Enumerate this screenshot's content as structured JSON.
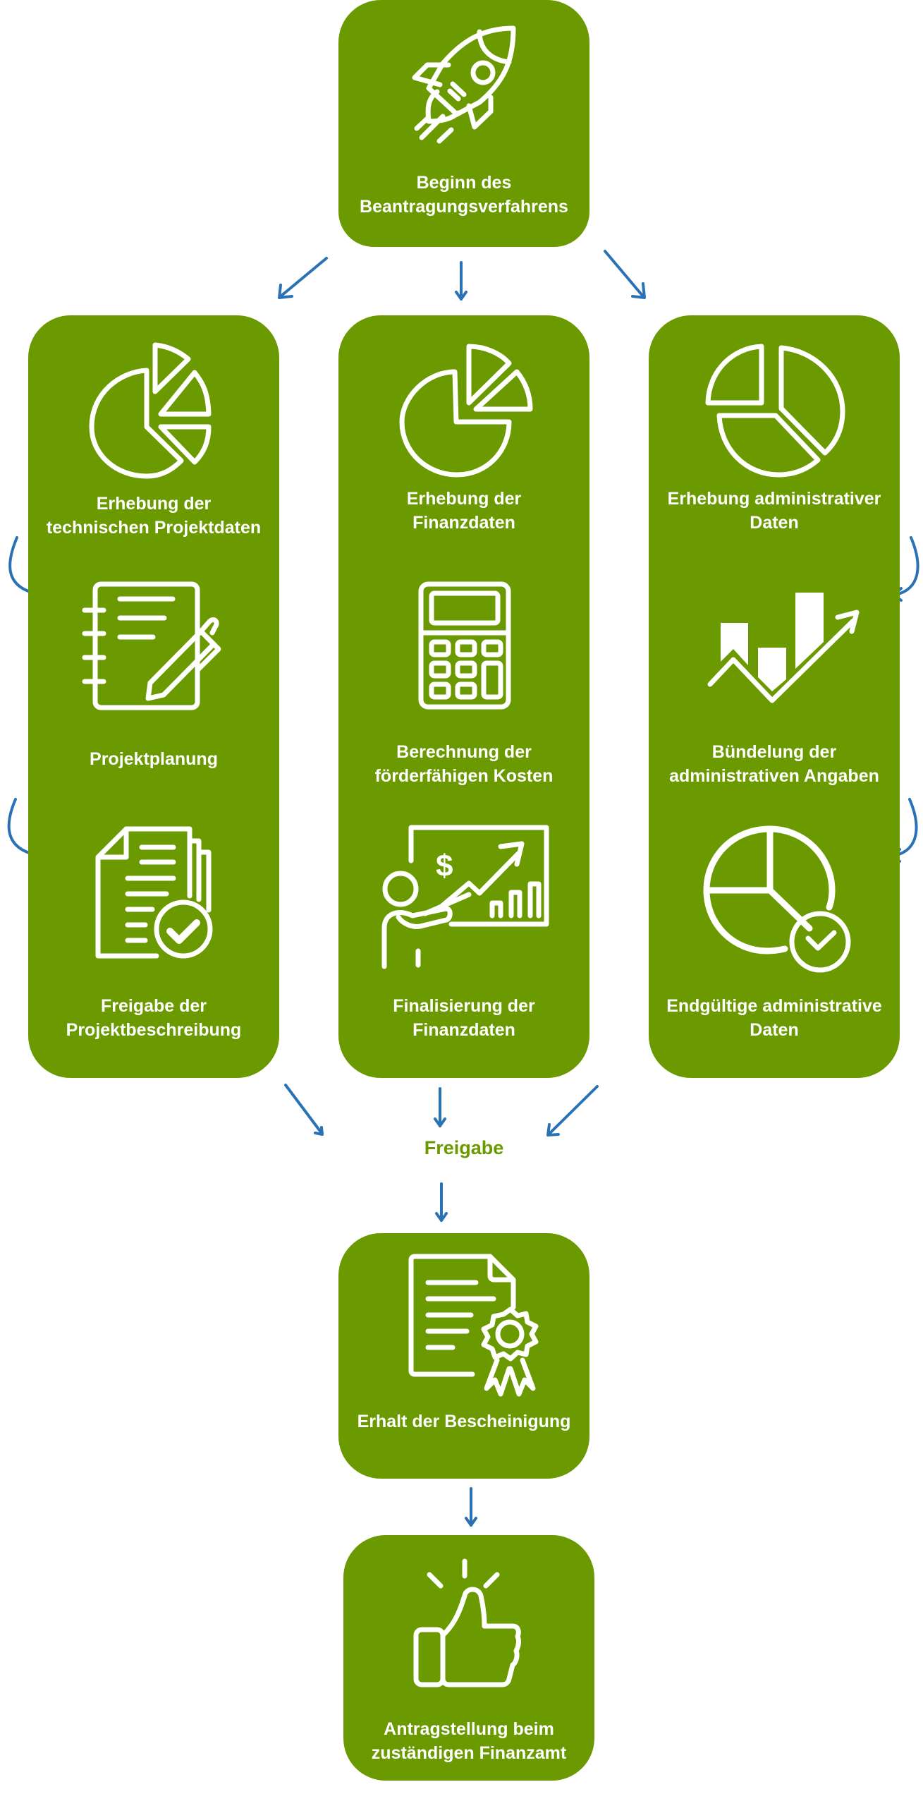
{
  "colors": {
    "box_fill": "#6b9900",
    "arrow": "#2a72b5",
    "text": "#ffffff"
  },
  "start": {
    "icon": "rocket-icon",
    "lines": [
      "Beginn des",
      "Beantragungsverfahrens"
    ]
  },
  "columns": [
    {
      "name": "technical",
      "steps": [
        {
          "icon": "pie-chart-exploded-icon",
          "lines": [
            "Erhebung der",
            "technischen Projektdaten"
          ]
        },
        {
          "icon": "notebook-pen-icon",
          "lines": [
            "Projektplanung"
          ]
        },
        {
          "icon": "documents-check-icon",
          "lines": [
            "Freigabe der",
            "Projektbeschreibung"
          ]
        }
      ]
    },
    {
      "name": "financial",
      "steps": [
        {
          "icon": "pie-chart-icon",
          "lines": [
            "Erhebung der",
            "Finanzdaten"
          ]
        },
        {
          "icon": "calculator-icon",
          "lines": [
            "Berechnung der",
            "förderfähigen Kosten"
          ]
        },
        {
          "icon": "presentation-chart-icon",
          "lines": [
            "Finalisierung der",
            "Finanzdaten"
          ]
        }
      ]
    },
    {
      "name": "administrative",
      "steps": [
        {
          "icon": "pie-chart-segments-icon",
          "lines": [
            "Erhebung administrativer",
            "Daten"
          ]
        },
        {
          "icon": "growth-chart-icon",
          "lines": [
            "Bündelung der",
            "administrativen Angaben"
          ]
        },
        {
          "icon": "pie-chart-check-icon",
          "lines": [
            "Endgültige administrative",
            "Daten"
          ]
        }
      ]
    }
  ],
  "approval_label": "Freigabe",
  "certificate": {
    "icon": "certificate-icon",
    "lines": [
      "Erhalt der Bescheinigung"
    ]
  },
  "final": {
    "icon": "thumbs-up-icon",
    "lines": [
      "Antragstellung beim",
      "zuständigen Finanzamt"
    ]
  }
}
